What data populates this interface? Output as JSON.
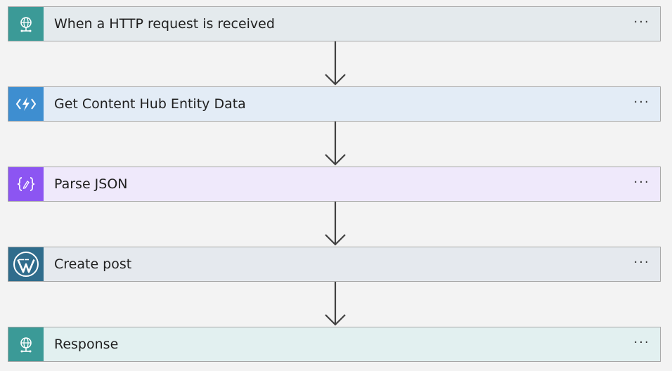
{
  "steps": [
    {
      "label": "When a HTTP request is received",
      "icon": "http-request-icon",
      "icon_bg": "#3b9a97",
      "card_bg": "#e4eaed"
    },
    {
      "label": "Get Content Hub Entity Data",
      "icon": "azure-function-icon",
      "icon_bg": "#3e8ed0",
      "card_bg": "#e3ecf6"
    },
    {
      "label": "Parse JSON",
      "icon": "parse-json-icon",
      "icon_bg": "#8c55f2",
      "card_bg": "#efe9fb"
    },
    {
      "label": "Create post",
      "icon": "wordpress-icon",
      "icon_bg": "#2f6c8c",
      "card_bg": "#e5e9ee"
    },
    {
      "label": "Response",
      "icon": "response-icon",
      "icon_bg": "#3b9a97",
      "card_bg": "#e2f0f0"
    }
  ],
  "more_label": "···",
  "connector_color": "#404040"
}
